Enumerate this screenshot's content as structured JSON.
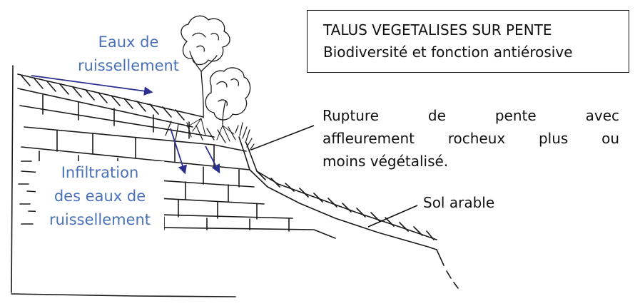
{
  "title_box": {
    "line1": "TALUS VEGETALISES SUR PENTE",
    "line2": "Biodiversité et fonction antiérosive"
  },
  "labels": {
    "runoff_line1": "Eaux de",
    "runoff_line2": "ruissellement",
    "infiltration_line1": "Infiltration",
    "infiltration_line2": "des eaux de",
    "infiltration_line3": "ruissellement",
    "break_line1": "Rupture de pente avec",
    "break_line2": "affleurement rocheux plus ou",
    "break_line3": "moins végétalisé.",
    "soil": "Sol arable"
  },
  "colors": {
    "label_blue": "#4a72b8",
    "arrow_navy": "#2b2f8f",
    "ink": "#111111"
  }
}
